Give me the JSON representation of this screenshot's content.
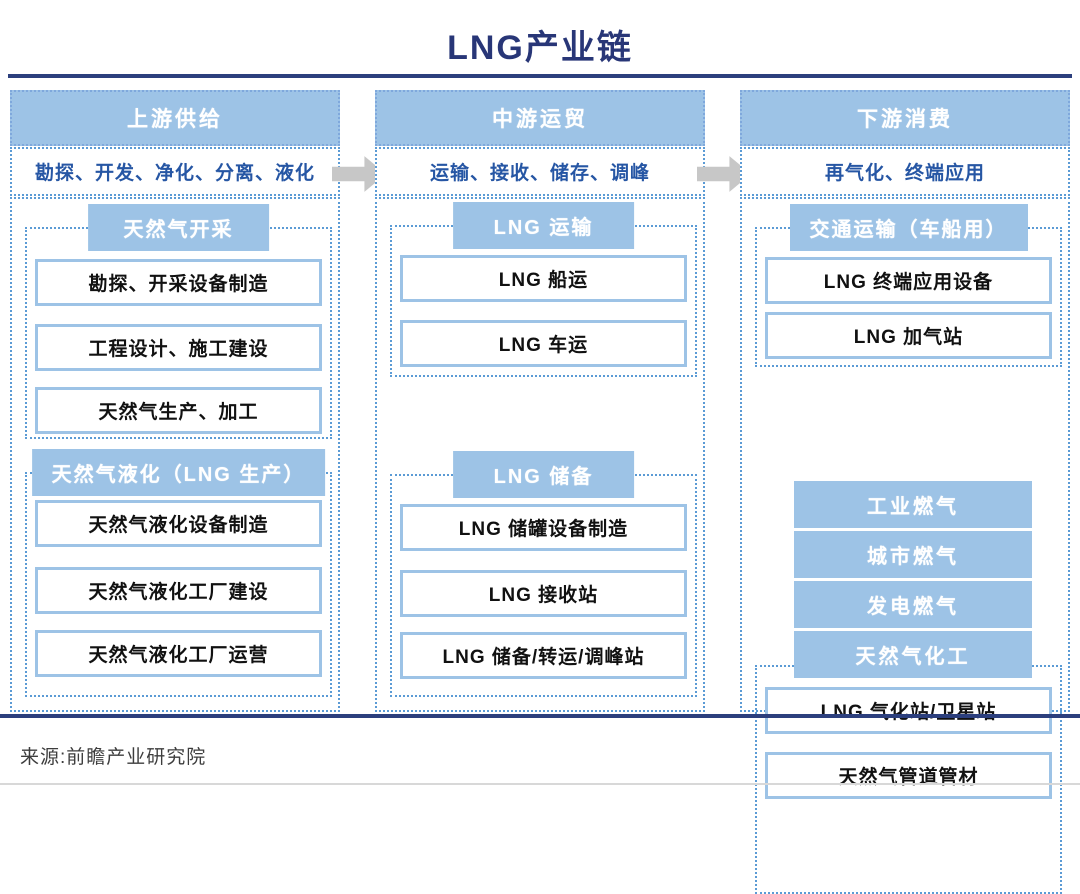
{
  "title": "LNG产业链",
  "source": "来源:前瞻产业研究院",
  "colors": {
    "accent_light_blue": "#9DC3E6",
    "dotted_border_blue": "#5B9BD5",
    "navy_rule": "#2C3F7D",
    "title_navy": "#283677",
    "subtitle_blue": "#2656A4",
    "arrow_gray": "#C7C7C7"
  },
  "columns": [
    {
      "header": "上游供给",
      "subtitle": "勘探、开发、净化、分离、液化",
      "group1": {
        "header": "天然气开采",
        "items": [
          "勘探、开采设备制造",
          "工程设计、施工建设",
          "天然气生产、加工"
        ]
      },
      "group2": {
        "header": "天然气液化（LNG 生产）",
        "items": [
          "天然气液化设备制造",
          "天然气液化工厂建设",
          "天然气液化工厂运营"
        ]
      }
    },
    {
      "header": "中游运贸",
      "subtitle": "运输、接收、储存、调峰",
      "group1": {
        "header": "LNG 运输",
        "items": [
          "LNG 船运",
          "LNG 车运"
        ]
      },
      "group2": {
        "header": "LNG 储备",
        "items": [
          "LNG 储罐设备制造",
          "LNG 接收站",
          "LNG 储备/转运/调峰站"
        ]
      }
    },
    {
      "header": "下游消费",
      "subtitle": "再气化、终端应用",
      "group1": {
        "header": "交通运输（车船用）",
        "items": [
          "LNG 终端应用设备",
          "LNG 加气站"
        ]
      },
      "stack": [
        "工业燃气",
        "城市燃气",
        "发电燃气",
        "天然气化工"
      ],
      "group2": {
        "items": [
          "LNG 气化站/卫星站",
          "天然气管道管材"
        ]
      }
    }
  ]
}
